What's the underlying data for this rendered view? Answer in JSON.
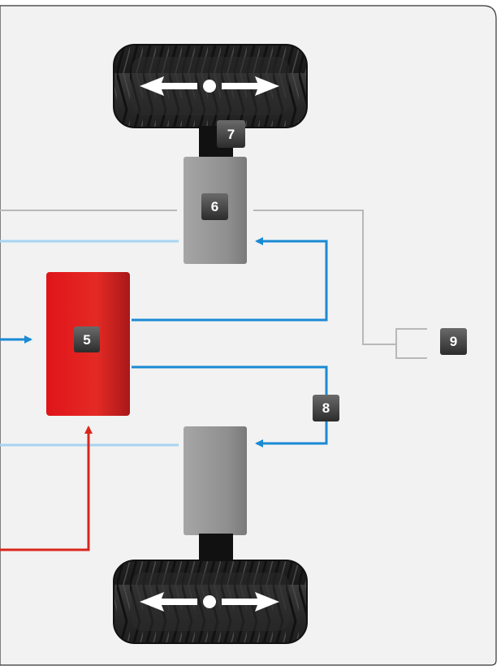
{
  "diagram": {
    "badges": [
      {
        "id": "badge-5",
        "label": "5"
      },
      {
        "id": "badge-6",
        "label": "6"
      },
      {
        "id": "badge-7",
        "label": "7"
      },
      {
        "id": "badge-8",
        "label": "8"
      },
      {
        "id": "badge-9",
        "label": "9"
      }
    ],
    "colors": {
      "background": "#f2f2f2",
      "panel_border": "#333333",
      "control_red": "#e11a1a",
      "actuator_gray": "#9a9a9a",
      "flow_blue": "#1a8ad4",
      "flow_light_blue": "#a8d4f2",
      "signal_gray": "#b8b8b8",
      "input_red": "#d9261c",
      "tire_dark": "#2a2a2a",
      "badge_dark": "#3c3c3c"
    },
    "icons": {
      "wheel_motion": "double-arrow-with-center-dot-icon"
    }
  }
}
